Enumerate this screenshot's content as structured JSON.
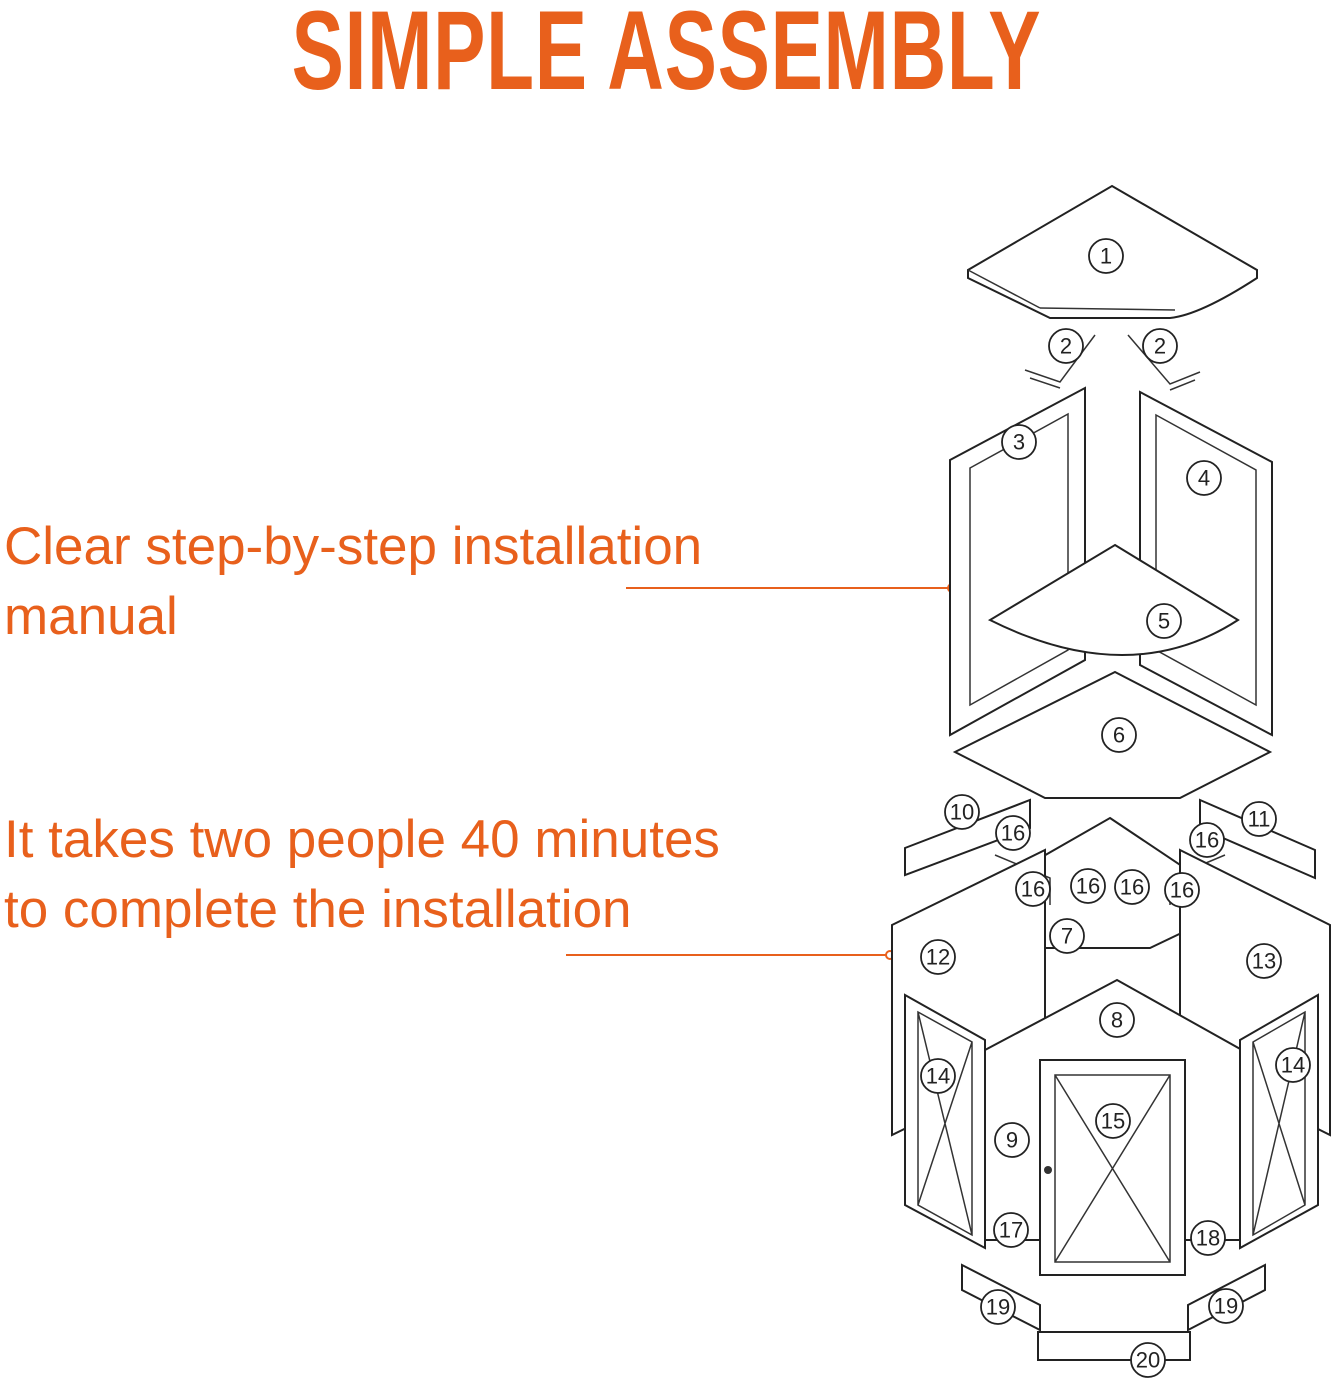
{
  "title": "SIMPLE ASSEMBLY",
  "callouts": [
    {
      "line1": "Clear step-by-step installation",
      "line2": "manual"
    },
    {
      "line1": "It takes two people 40 minutes",
      "line2": "to complete the installation"
    }
  ],
  "accent_color": "#e8601c",
  "part_labels": [
    "1",
    "2",
    "2",
    "3",
    "4",
    "5",
    "6",
    "10",
    "11",
    "16",
    "16",
    "16",
    "16",
    "16",
    "16",
    "7",
    "12",
    "13",
    "8",
    "14",
    "14",
    "15",
    "9",
    "17",
    "18",
    "19",
    "19",
    "20"
  ]
}
